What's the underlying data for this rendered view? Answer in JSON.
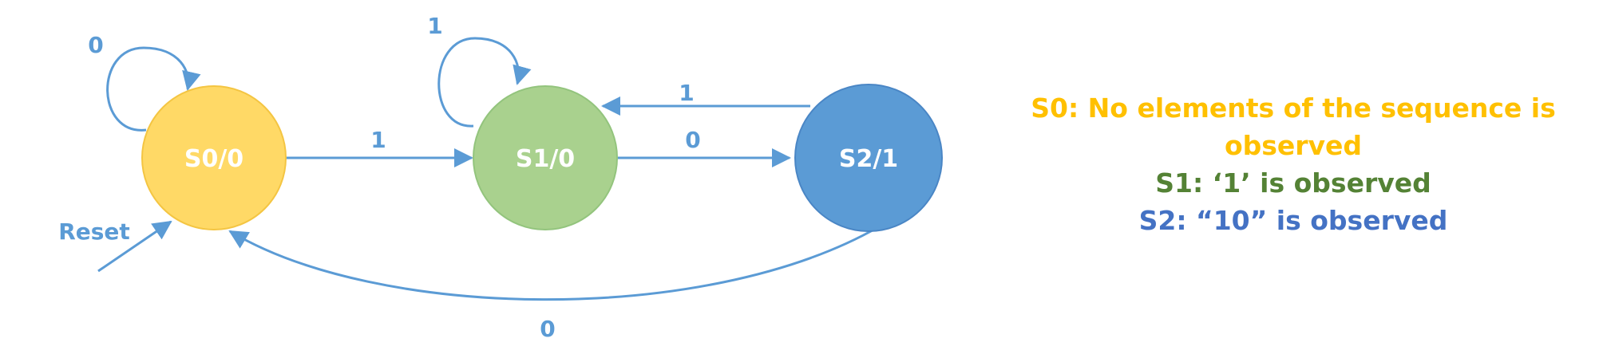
{
  "colors": {
    "edge": "#5b9bd5",
    "s0_fill": "#ffd966",
    "s0_stroke": "#f4c542",
    "s1_fill": "#a9d18e",
    "s1_stroke": "#93c47d",
    "s2_fill": "#5b9bd5",
    "s2_stroke": "#4a86c5",
    "legend_s0": "#ffc000",
    "legend_s1": "#548235",
    "legend_s2": "#4472c4"
  },
  "states": [
    {
      "id": "s0",
      "label": "S0/0"
    },
    {
      "id": "s1",
      "label": "S1/0"
    },
    {
      "id": "s2",
      "label": "S2/1"
    }
  ],
  "transitions": [
    {
      "from": "S0",
      "to": "S0",
      "label": "0"
    },
    {
      "from": "S0",
      "to": "S1",
      "label": "1"
    },
    {
      "from": "S1",
      "to": "S1",
      "label": "1"
    },
    {
      "from": "S1",
      "to": "S2",
      "label": "0"
    },
    {
      "from": "S2",
      "to": "S1",
      "label": "1"
    },
    {
      "from": "S2",
      "to": "S0",
      "label": "0"
    }
  ],
  "reset_label": "Reset",
  "legend": {
    "s0_line1": "S0: No elements of the sequence is",
    "s0_line2": "observed",
    "s1": "S1: ‘1’ is observed",
    "s2": "S2: “10” is observed"
  }
}
